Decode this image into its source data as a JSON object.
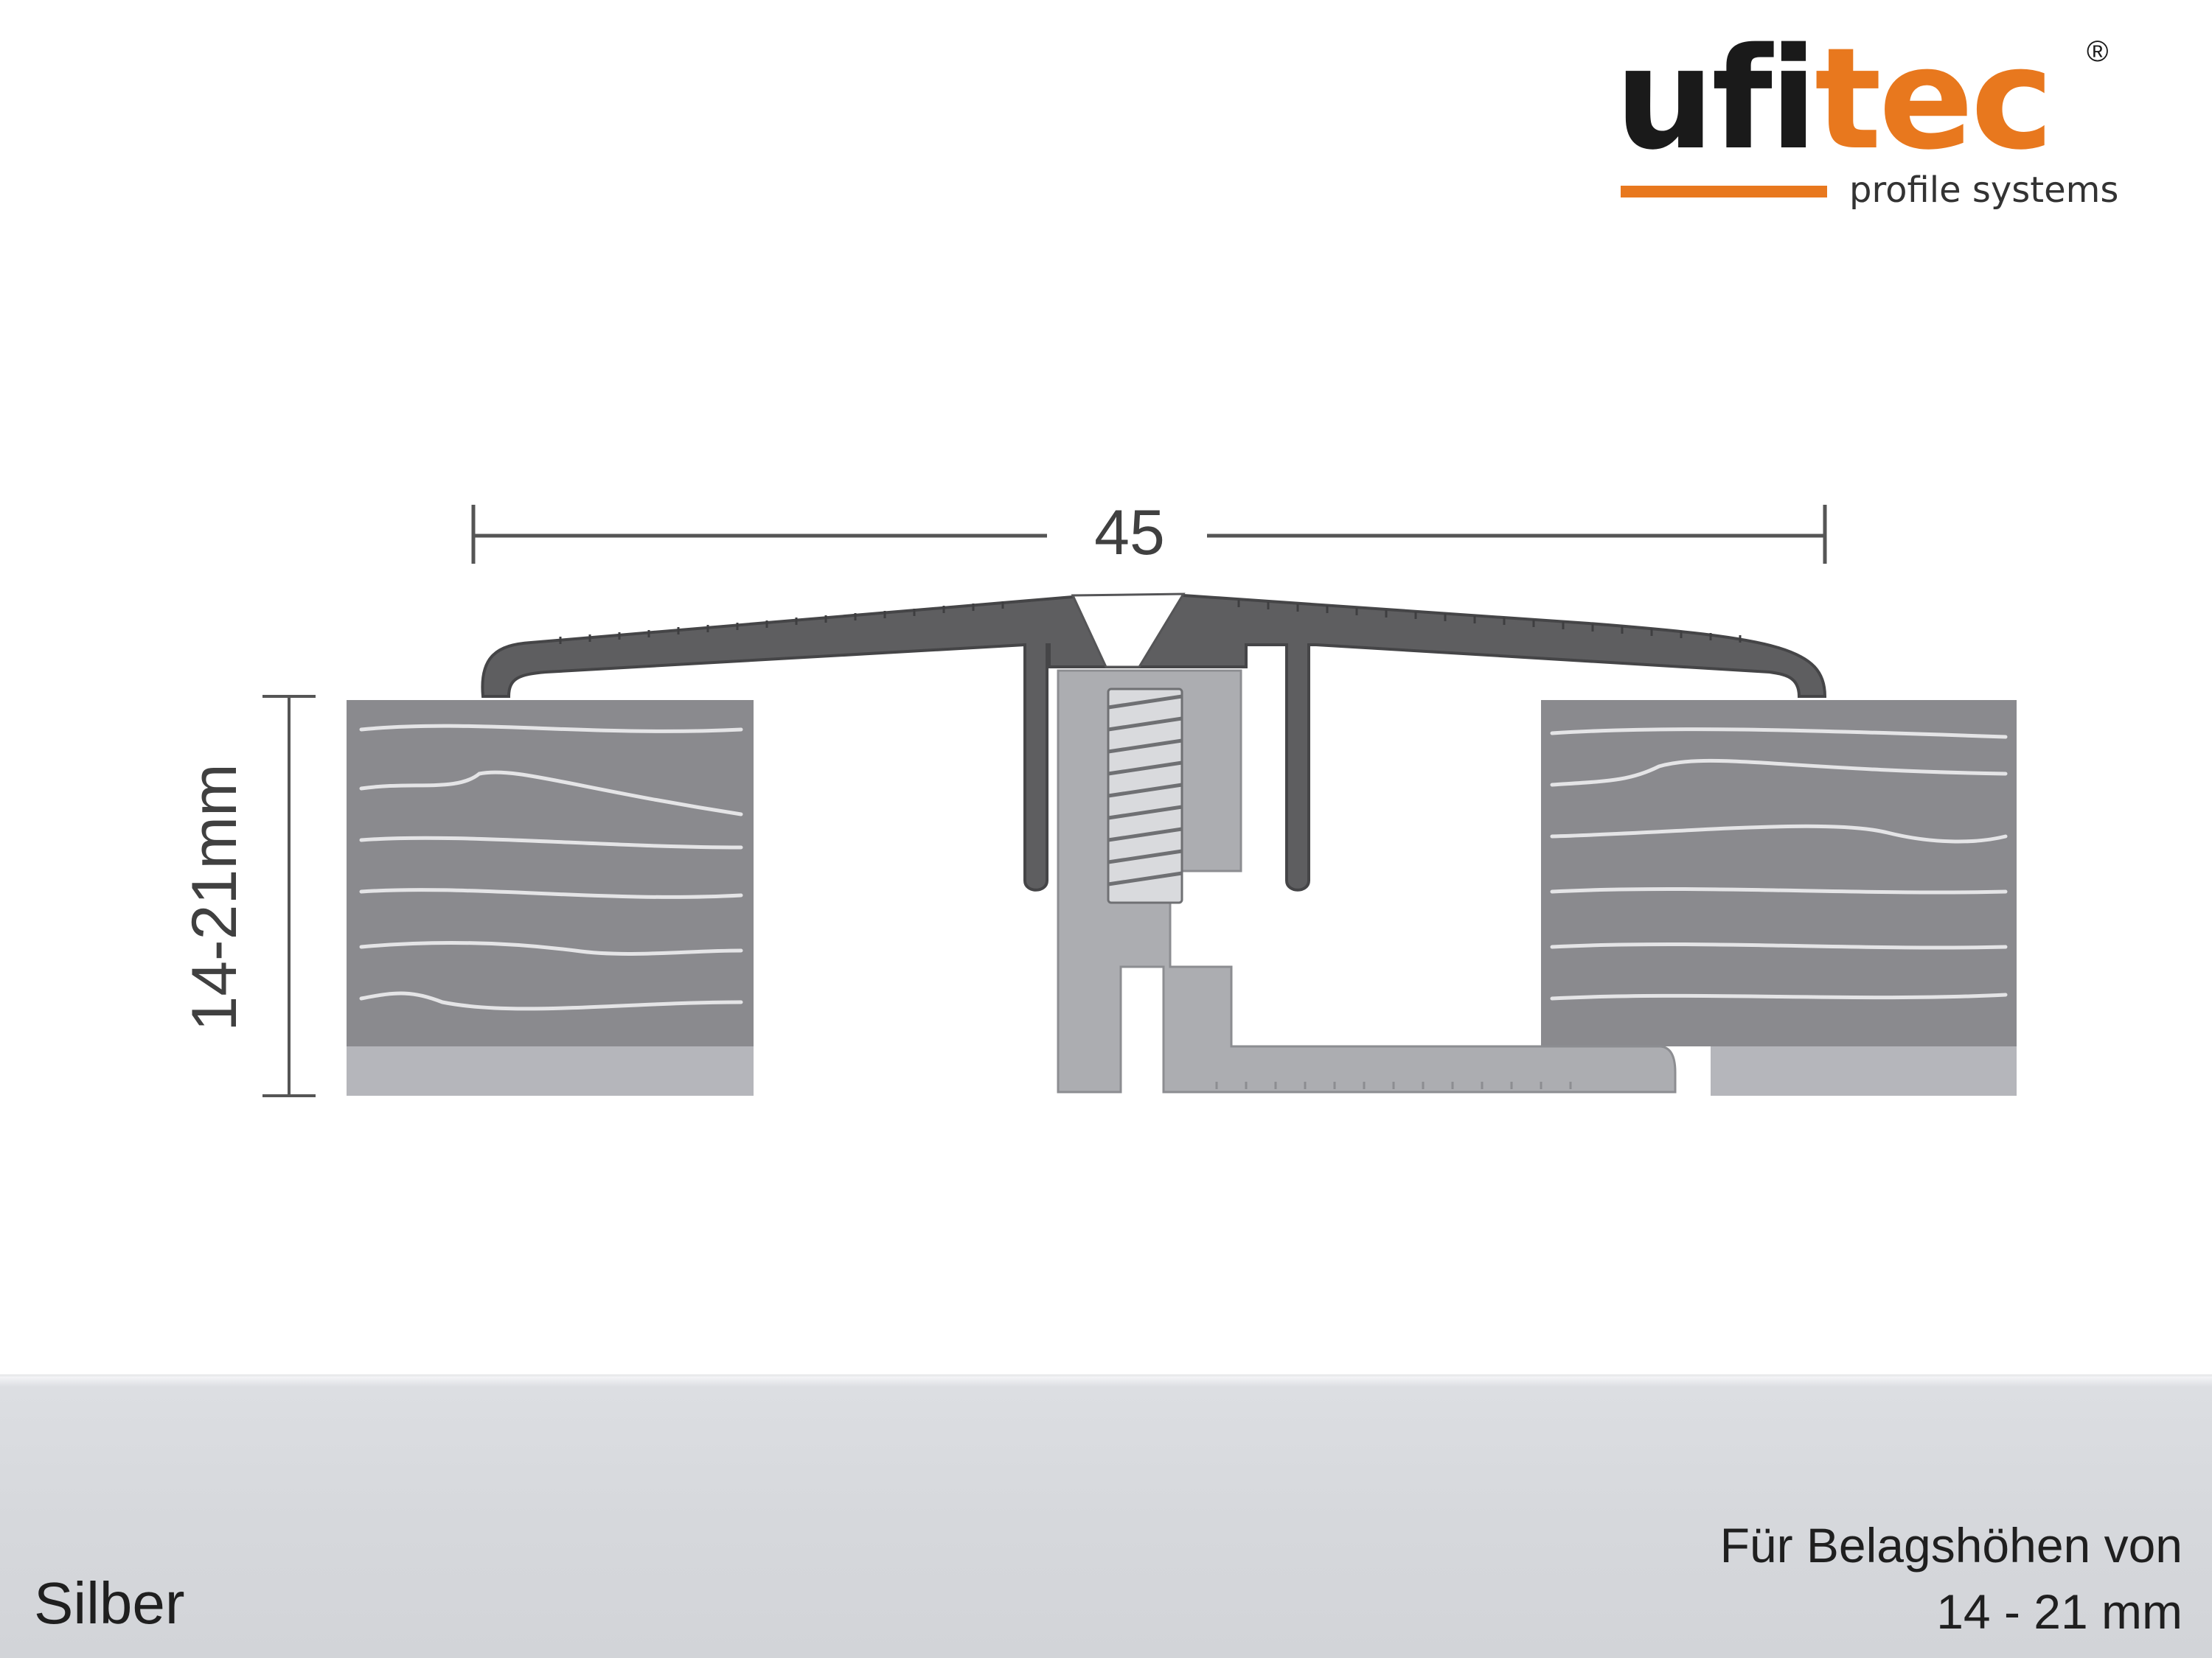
{
  "logo": {
    "name_dark": "ufi",
    "name_accent": "tec",
    "registered_mark": "®",
    "tagline": "profile systems",
    "accent_color": "#e8781e"
  },
  "diagram": {
    "width_label": "45",
    "height_label": "14-21mm"
  },
  "footer": {
    "color_name": "Silber",
    "height_note_line1": "Für Belagshöhen von",
    "height_note_line2": "14 - 21 mm"
  }
}
